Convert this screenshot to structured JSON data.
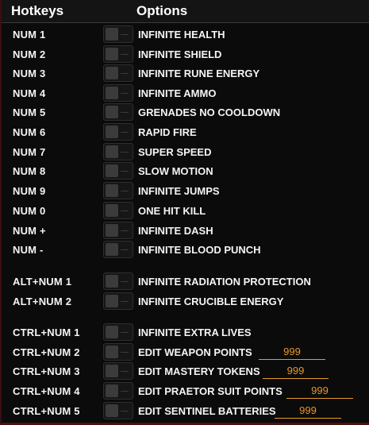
{
  "header": {
    "hotkeys_label": "Hotkeys",
    "options_label": "Options"
  },
  "rows": [
    {
      "hotkey": "NUM 1",
      "option": "INFINITE HEALTH"
    },
    {
      "hotkey": "NUM 2",
      "option": "INFINITE SHIELD"
    },
    {
      "hotkey": "NUM 3",
      "option": "INFINITE RUNE ENERGY"
    },
    {
      "hotkey": "NUM 4",
      "option": "INFINITE AMMO"
    },
    {
      "hotkey": "NUM 5",
      "option": "GRENADES NO COOLDOWN"
    },
    {
      "hotkey": "NUM 6",
      "option": "RAPID FIRE"
    },
    {
      "hotkey": "NUM 7",
      "option": "SUPER SPEED"
    },
    {
      "hotkey": "NUM 8",
      "option": "SLOW MOTION"
    },
    {
      "hotkey": "NUM 9",
      "option": "INFINITE JUMPS"
    },
    {
      "hotkey": "NUM 0",
      "option": "ONE HIT KILL"
    },
    {
      "hotkey": "NUM +",
      "option": "INFINITE DASH"
    },
    {
      "hotkey": "NUM -",
      "option": "INFINITE BLOOD PUNCH"
    },
    {
      "hotkey": "ALT+NUM 1",
      "option": "INFINITE RADIATION PROTECTION"
    },
    {
      "hotkey": "ALT+NUM 2",
      "option": "INFINITE CRUCIBLE ENERGY"
    },
    {
      "hotkey": "CTRL+NUM 1",
      "option": "INFINITE EXTRA LIVES"
    },
    {
      "hotkey": "CTRL+NUM 2",
      "option": "EDIT WEAPON POINTS",
      "value": "999"
    },
    {
      "hotkey": "CTRL+NUM 3",
      "option": "EDIT MASTERY TOKENS",
      "value": "999"
    },
    {
      "hotkey": "CTRL+NUM 4",
      "option": "EDIT PRAETOR SUIT POINTS",
      "value": "999"
    },
    {
      "hotkey": "CTRL+NUM 5",
      "option": "EDIT SENTINEL BATTERIES",
      "value": "999"
    }
  ],
  "toggle_state": "off",
  "colors": {
    "background": "#0b0b0b",
    "text": "#f5f5f5",
    "value_accent": "#e8962a"
  }
}
